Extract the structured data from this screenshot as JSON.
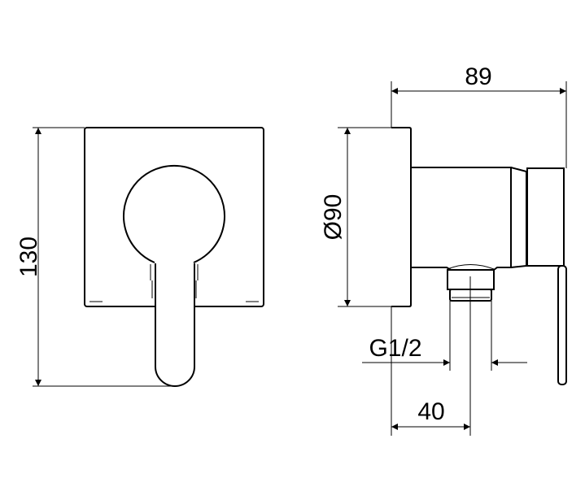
{
  "dimensions": {
    "height": "130",
    "depth": "89",
    "diameter": "Ø90",
    "thread": "G1/2",
    "outlet_offset": "40"
  },
  "colors": {
    "line": "#000000",
    "background": "#ffffff"
  }
}
